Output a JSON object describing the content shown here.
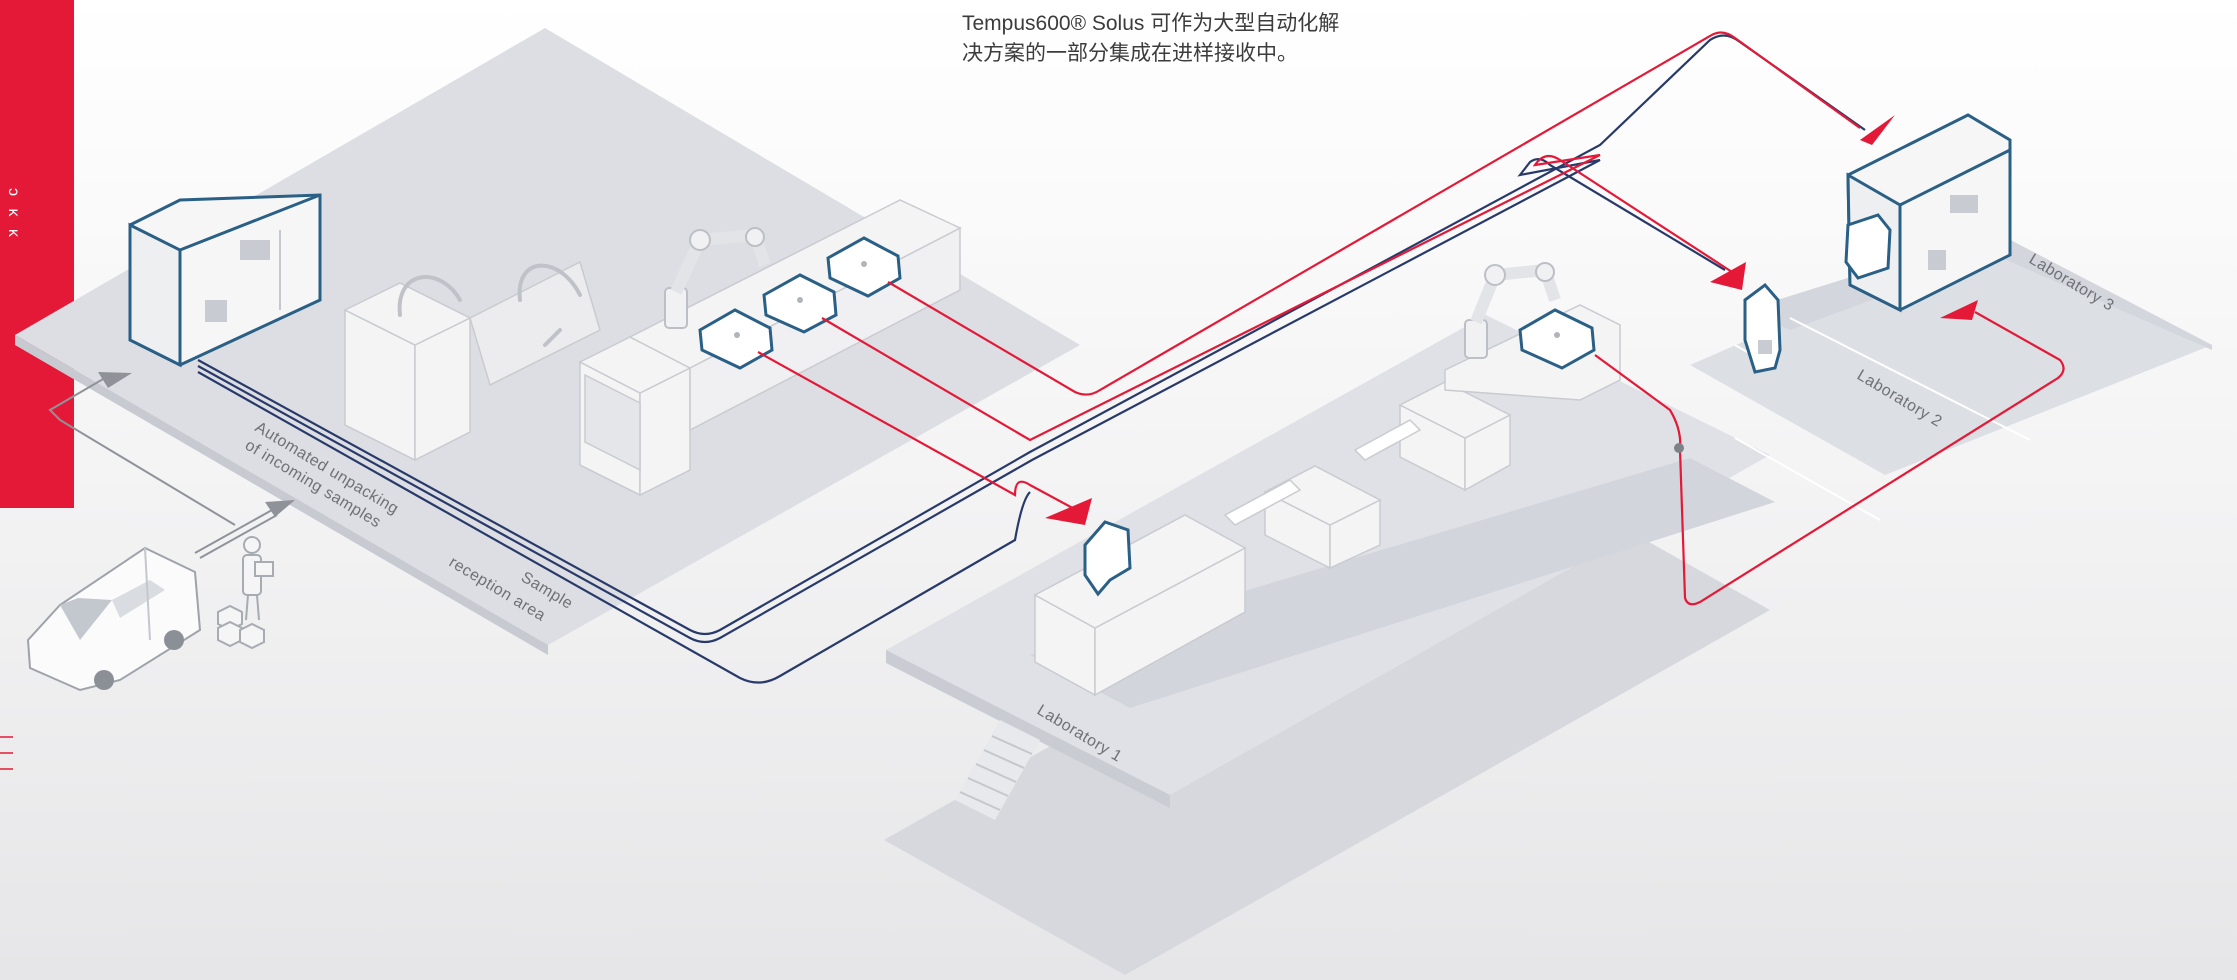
{
  "caption": {
    "line1": "Tempus600® Solus 可作为大型自动化解",
    "line2": "决方案的一部分集成在进样接收中。"
  },
  "side_tab": {
    "text": "ᴐ ᴋ ᴋ",
    "color": "#e41937"
  },
  "labels": {
    "unpacking_line1": "Automated unpacking",
    "unpacking_line2": "of incoming samples",
    "reception_line1": "Sample",
    "reception_line2": "reception area",
    "lab1": "Laboratory 1",
    "lab2": "Laboratory 2",
    "lab3": "Laboratory 3"
  },
  "colors": {
    "accent_red": "#e41937",
    "tube_navy": "#283a6a",
    "machine_outline": "#2a5f86",
    "platform": "#d9dbe0",
    "platform_dark": "#cfd2d8"
  },
  "icons": [
    "delivery-van-icon",
    "courier-person-icon",
    "sample-boxes-icon",
    "robot-arm-icon",
    "tempus-station-icon",
    "tempus600-solus-analyzer-icon",
    "staircase-icon"
  ]
}
